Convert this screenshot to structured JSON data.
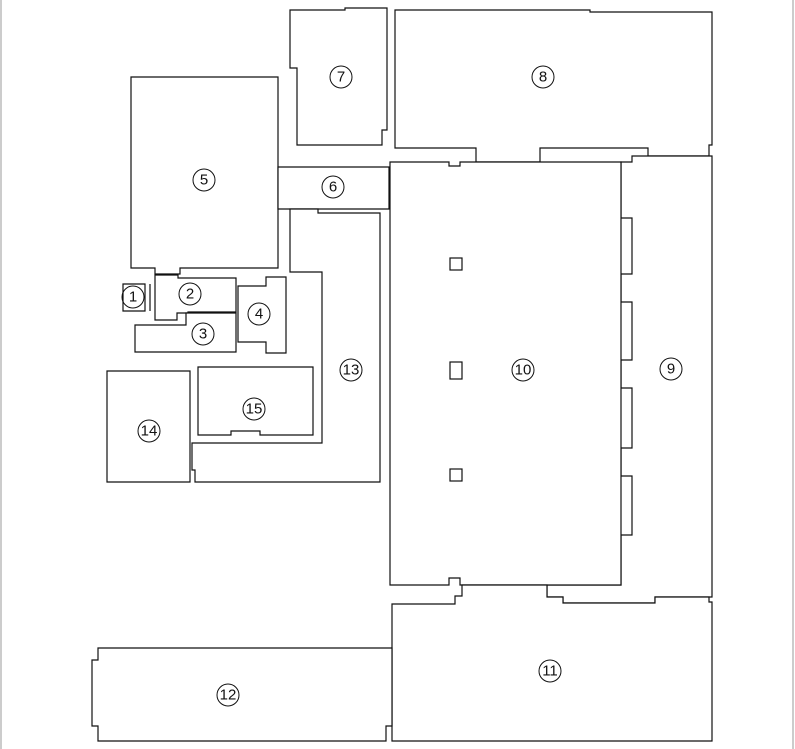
{
  "diagram": {
    "type": "site-plan",
    "buildings": [
      {
        "id": "1",
        "label": "1"
      },
      {
        "id": "2",
        "label": "2"
      },
      {
        "id": "3",
        "label": "3"
      },
      {
        "id": "4",
        "label": "4"
      },
      {
        "id": "5",
        "label": "5"
      },
      {
        "id": "6",
        "label": "6"
      },
      {
        "id": "7",
        "label": "7"
      },
      {
        "id": "8",
        "label": "8"
      },
      {
        "id": "9",
        "label": "9"
      },
      {
        "id": "10",
        "label": "10"
      },
      {
        "id": "11",
        "label": "11"
      },
      {
        "id": "12",
        "label": "12"
      },
      {
        "id": "13",
        "label": "13"
      },
      {
        "id": "14",
        "label": "14"
      },
      {
        "id": "15",
        "label": "15"
      }
    ]
  }
}
